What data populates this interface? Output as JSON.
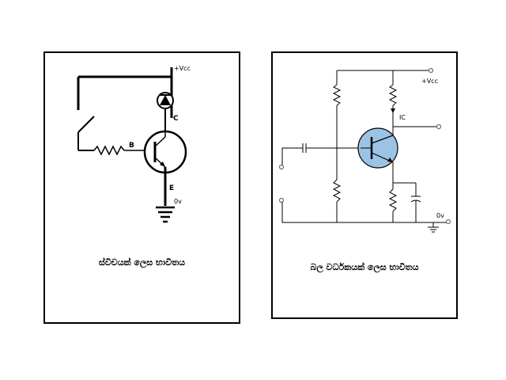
{
  "left_panel": {
    "labels": {
      "vcc": "+Vcc",
      "collector": "C",
      "base": "B",
      "emitter": "E",
      "ground": "0v"
    },
    "caption": "ස්විචයක් ලෙස භාවිතය"
  },
  "right_panel": {
    "labels": {
      "vcc": "+Vcc",
      "ic": "IC",
      "ground": "0v"
    },
    "caption": "බල වර්ධකයක් ලෙස භාවිතය"
  },
  "colors": {
    "transistor_fill": "#9cc3e6",
    "line": "#000000",
    "node": "#6b6b6b"
  }
}
